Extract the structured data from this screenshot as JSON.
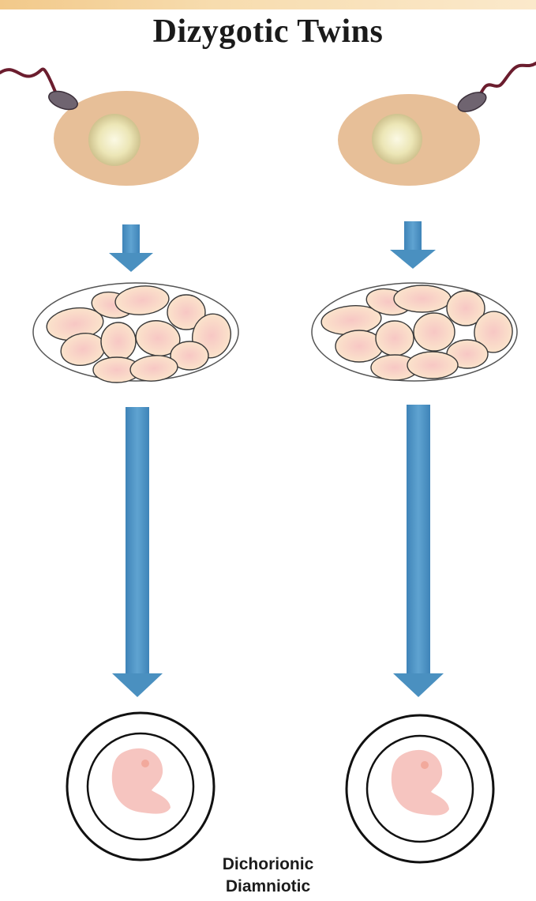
{
  "diagram": {
    "title": "Dizygotic Twins",
    "caption_line1": "Dichorionic",
    "caption_line2": "Diamniotic"
  },
  "colors": {
    "header_band": "#f2c98a",
    "egg": "#e7bf98",
    "nucleus": "#f1efc4",
    "sperm": "#6b1d2e",
    "arrow": "#4a90c0",
    "cell": "#f8d4bb",
    "embryo": "#f6c5c0"
  }
}
